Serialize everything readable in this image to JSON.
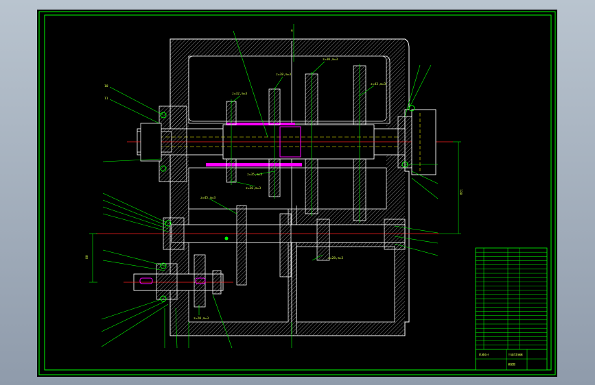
{
  "colors": {
    "background": "#000000",
    "frame": "#00ff00",
    "outline": "#ffffff",
    "hatch": "#c8c8c8",
    "gear": "#00ff00",
    "centerline": "#ff2020",
    "hidden": "#ffff00",
    "keyway": "#ff00ff",
    "bearing": "#ff00ff",
    "annotation": "#d8ff4a"
  },
  "labels": {
    "top_callout": "A",
    "leader_left_1": "10",
    "leader_left_2": "11",
    "gear_note_1": "z=32,m=3",
    "gear_note_2": "z=38,m=3",
    "gear_note_3": "z=30,m=3",
    "gear_note_4": "z=43,m=3",
    "gear_note_5": "z=35,m=3",
    "gear_note_6": "z=26,m=3",
    "gear_note_7": "z=45,m=3",
    "gear_note_8": "z=28,m=3",
    "gear_note_9": "z=20,m=3",
    "dim_right": "120",
    "dim_left": "80"
  },
  "title_block": {
    "rows": 24,
    "title": "三轴式变速器",
    "subtitle": "装配图",
    "footer": "机械设计"
  }
}
